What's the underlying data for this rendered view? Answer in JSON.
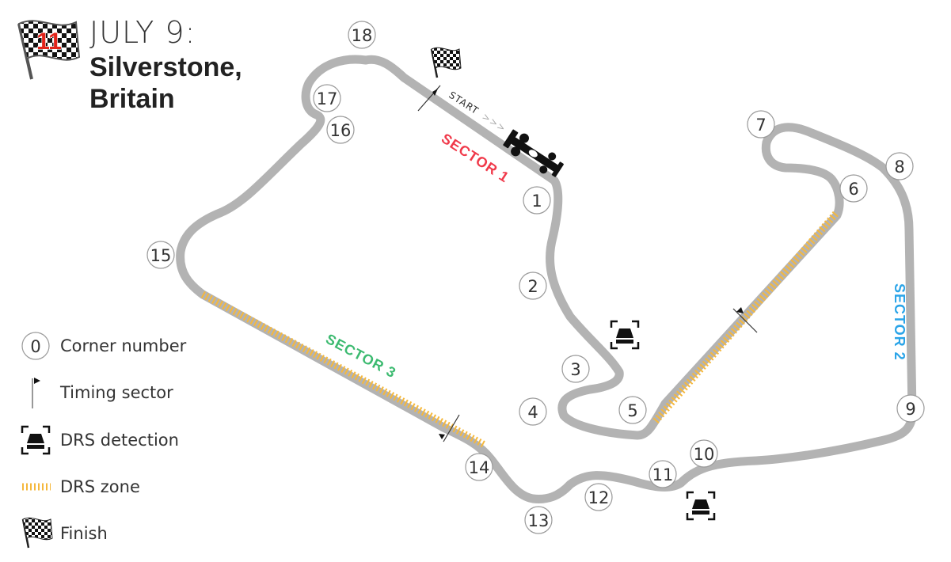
{
  "header": {
    "round_number": "11",
    "date": "JULY 9:",
    "circuit": "Silverstone,",
    "country": "Britain"
  },
  "track": {
    "start_label": "START",
    "start_chevrons": ">>>"
  },
  "sectors": [
    {
      "label": "SECTOR 1",
      "color": "#f0394a"
    },
    {
      "label": "SECTOR 2",
      "color": "#2aa4e8"
    },
    {
      "label": "SECTOR 3",
      "color": "#3cba70"
    }
  ],
  "corners": [
    "1",
    "2",
    "3",
    "4",
    "5",
    "6",
    "7",
    "8",
    "9",
    "10",
    "11",
    "12",
    "13",
    "14",
    "15",
    "16",
    "17",
    "18"
  ],
  "legend": {
    "corner_sample": "0",
    "corner_label": "Corner number",
    "timing_label": "Timing sector",
    "drs_detection_label": "DRS detection",
    "drs_zone_label": "DRS zone",
    "finish_label": "Finish"
  },
  "colors": {
    "track": "#b3b3b3",
    "drs_zone": "#f5b83d",
    "text": "#333333"
  },
  "icons": {
    "finish": "checkered-flag-icon",
    "drs_detection": "drs-detection-icon",
    "car": "f1-car-icon",
    "round_flag": "round-flag-icon"
  }
}
